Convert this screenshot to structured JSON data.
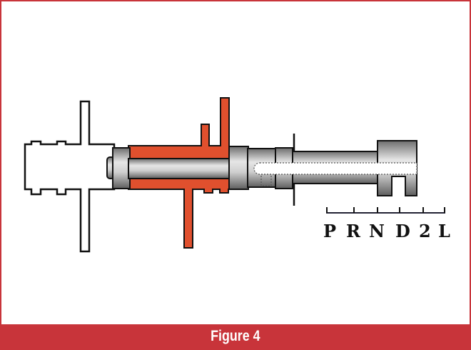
{
  "caption": "Figure 4",
  "shift_positions": [
    "P",
    "R",
    "N",
    "D",
    "2",
    "L"
  ],
  "colors": {
    "accent": "#c8343a",
    "fluid": "#e0502e",
    "metal": "#9a9a9a"
  }
}
